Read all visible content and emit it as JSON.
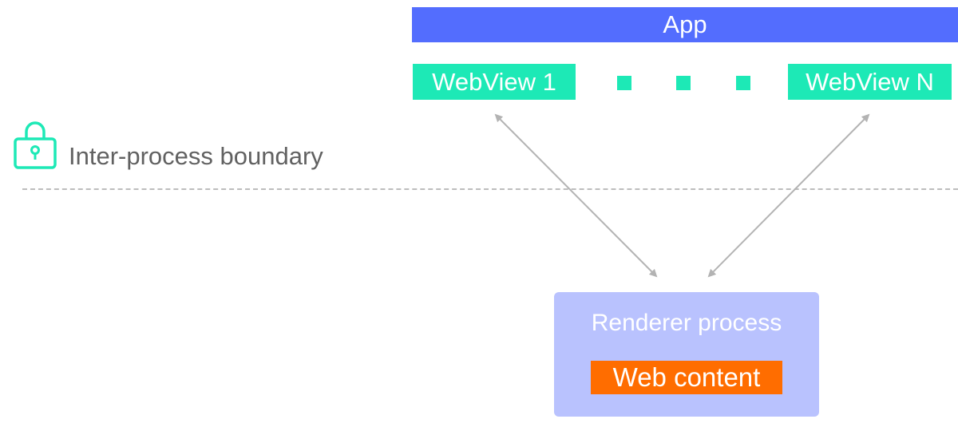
{
  "app": {
    "label": "App"
  },
  "webviews": {
    "first": "WebView 1",
    "last": "WebView N"
  },
  "boundary": {
    "label": "Inter-process boundary"
  },
  "renderer": {
    "label": "Renderer process",
    "content": "Web content"
  },
  "colors": {
    "app": "#536dfe",
    "webview": "#1de9b6",
    "renderer": "#b9c2fe",
    "content": "#ff6d00",
    "lock": "#1de9b6",
    "arrow": "#b3b3b3",
    "boundary_line": "#bdbdbd",
    "label_text": "#616161"
  },
  "icons": {
    "boundary": "lock-icon"
  }
}
